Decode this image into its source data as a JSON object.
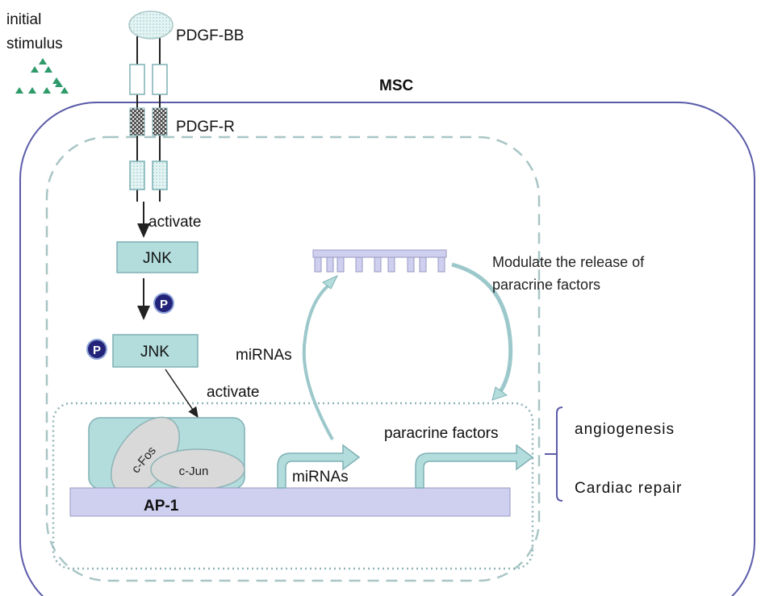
{
  "labels": {
    "initial_stimulus_line1": "initial",
    "initial_stimulus_line2": "stimulus",
    "ligand": "PDGF-BB",
    "receptor": "PDGF-R",
    "cell": "MSC",
    "activate_1": "activate",
    "jnk_1": "JNK",
    "phospho_1": "P",
    "jnk_2": "JNK",
    "phospho_2": "P",
    "activate_2": "activate",
    "cfos": "c-Fos",
    "cjun": "c-Jun",
    "ap1": "AP-1",
    "mirnas_transcript": "miRNAs",
    "paracrine_transcript": "paracrine factors",
    "mirnas_curve": "miRNAs",
    "modulate_line1": "Modulate the release of",
    "modulate_line2": "paracrine factors",
    "outcome_1": "angiogenesis",
    "outcome_2": "Cardiac repair"
  },
  "colors": {
    "membrane": "#5b5baa",
    "cytoplasm_dash": "#a9c5c5",
    "teal_fill": "#b3dcdc",
    "teal_stroke": "#7fb1b5",
    "lavender": "#cfcff0",
    "phospho": "#23237a",
    "stimulus": "#2e9a6a"
  }
}
